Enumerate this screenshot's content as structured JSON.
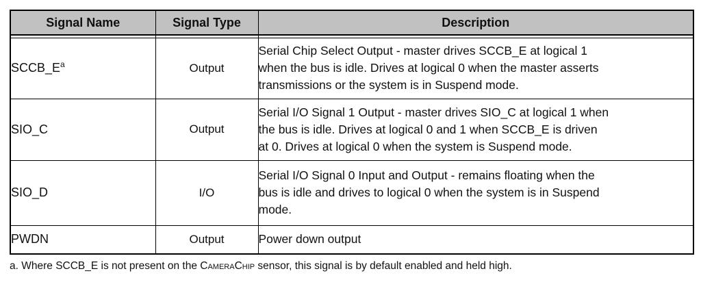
{
  "table": {
    "columns": [
      "Signal Name",
      "Signal Type",
      "Description"
    ],
    "rows": [
      {
        "name": "SCCB_E",
        "sup": "a",
        "type": "Output",
        "desc": [
          "Serial Chip Select Output - master drives SCCB_E at logical 1",
          "when the bus is idle. Drives at logical 0 when the master asserts",
          "transmissions or the system is in Suspend mode."
        ]
      },
      {
        "name": "SIO_C",
        "sup": "",
        "type": "Output",
        "desc": [
          "Serial I/O Signal 1 Output - master drives SIO_C at logical 1 when",
          "the bus is idle. Drives at logical 0 and 1 when SCCB_E is driven",
          "at 0. Drives at logical 0 when the system is Suspend mode."
        ]
      },
      {
        "name": "SIO_D",
        "sup": "",
        "type": "I/O",
        "desc": [
          "Serial I/O Signal 0 Input and Output - remains floating when the",
          "bus is idle and drives to logical 0 when the system is in Suspend",
          "mode."
        ]
      },
      {
        "name": "PWDN",
        "sup": "",
        "type": "Output",
        "desc": "Power down output"
      }
    ]
  },
  "footnote": {
    "prefix": "a. Where SCCB_E is not present on the ",
    "brand": "CameraChip",
    "suffix": " sensor, this signal is by default enabled and held high."
  },
  "colors": {
    "header_bg": "#c1c1c1",
    "border": "#000000",
    "text": "#111111"
  }
}
